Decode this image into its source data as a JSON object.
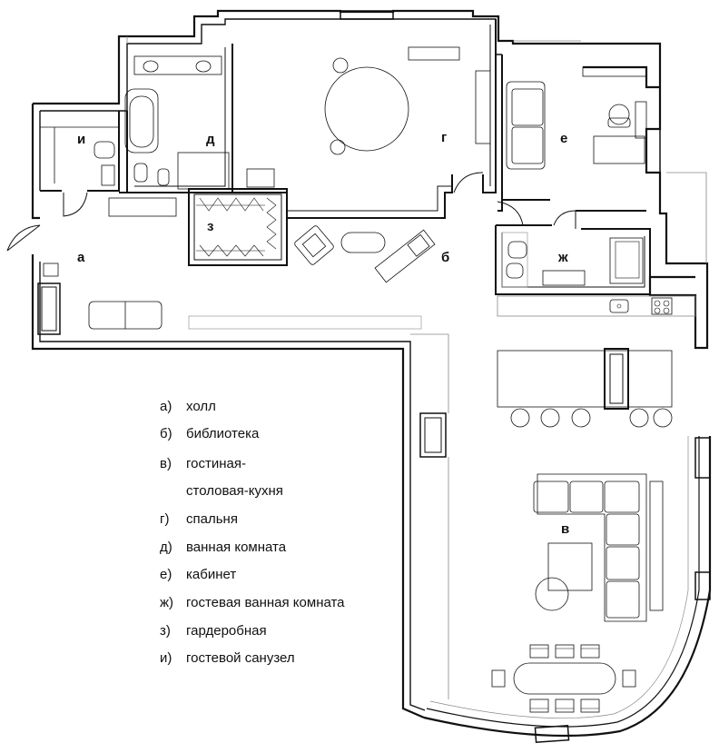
{
  "rooms": {
    "a": "а",
    "b": "б",
    "v": "в",
    "g": "г",
    "d": "д",
    "e": "е",
    "zh": "ж",
    "z": "з",
    "i": "и"
  },
  "legend": [
    {
      "key": "а)",
      "text": "холл"
    },
    {
      "key": "б)",
      "text": "библиотека"
    },
    {
      "key": "в)",
      "text": "гостиная-"
    },
    {
      "key": "",
      "text": "столовая-кухня"
    },
    {
      "key": "г)",
      "text": "спальня"
    },
    {
      "key": "д)",
      "text": "ванная комната"
    },
    {
      "key": "е)",
      "text": "кабинет"
    },
    {
      "key": "ж)",
      "text": "гостевая ванная комната"
    },
    {
      "key": "з)",
      "text": "гардеробная"
    },
    {
      "key": "и)",
      "text": "гостевой санузел"
    }
  ]
}
